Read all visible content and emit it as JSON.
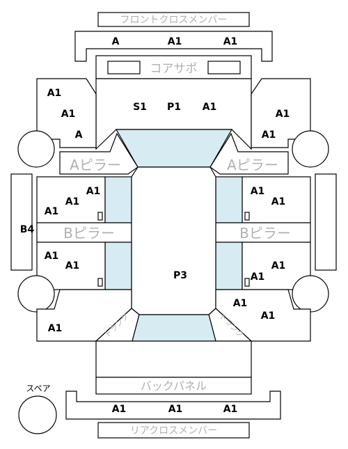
{
  "labels": {
    "front_cross_member": "フロントクロスメンバー",
    "core_support": "コアサポ",
    "a_pillar_left": "Aピラー",
    "a_pillar_right": "Aピラー",
    "b_pillar_left": "Bピラー",
    "b_pillar_right": "Bピラー",
    "back_panel": "バックパネル",
    "spare": "スペア",
    "rear_cross_member": "リアクロスメンバー",
    "trunk_left": "トランク",
    "trunk_right": "トランク"
  },
  "codes": {
    "front_a": "A",
    "front_a1_mid": "A1",
    "front_a1_right": "A1",
    "core_s1": "S1",
    "core_p1": "P1",
    "core_a1": "A1",
    "lf_a1_top": "A1",
    "lf_a1_mid": "A1",
    "lf_a": "A",
    "rf_a1_top": "A1",
    "rf_a1_bottom": "A1",
    "ld_a1_a": "A1",
    "ld_a1_b": "A1",
    "ld_a1_c": "A1",
    "rd_a1_a": "A1",
    "rd_a1_b": "A1",
    "b4": "B4",
    "lr_a1_a": "A1",
    "lr_a1_b": "A1",
    "rr_a1_a": "A1",
    "rr_a1_b": "A1",
    "roof_p3": "P3",
    "lq_a1": "A1",
    "rq_a1_a": "A1",
    "rq_a1_b": "A1",
    "rear_a1_left": "A1",
    "rear_a1_mid": "A1",
    "rear_a1_right": "A1"
  }
}
